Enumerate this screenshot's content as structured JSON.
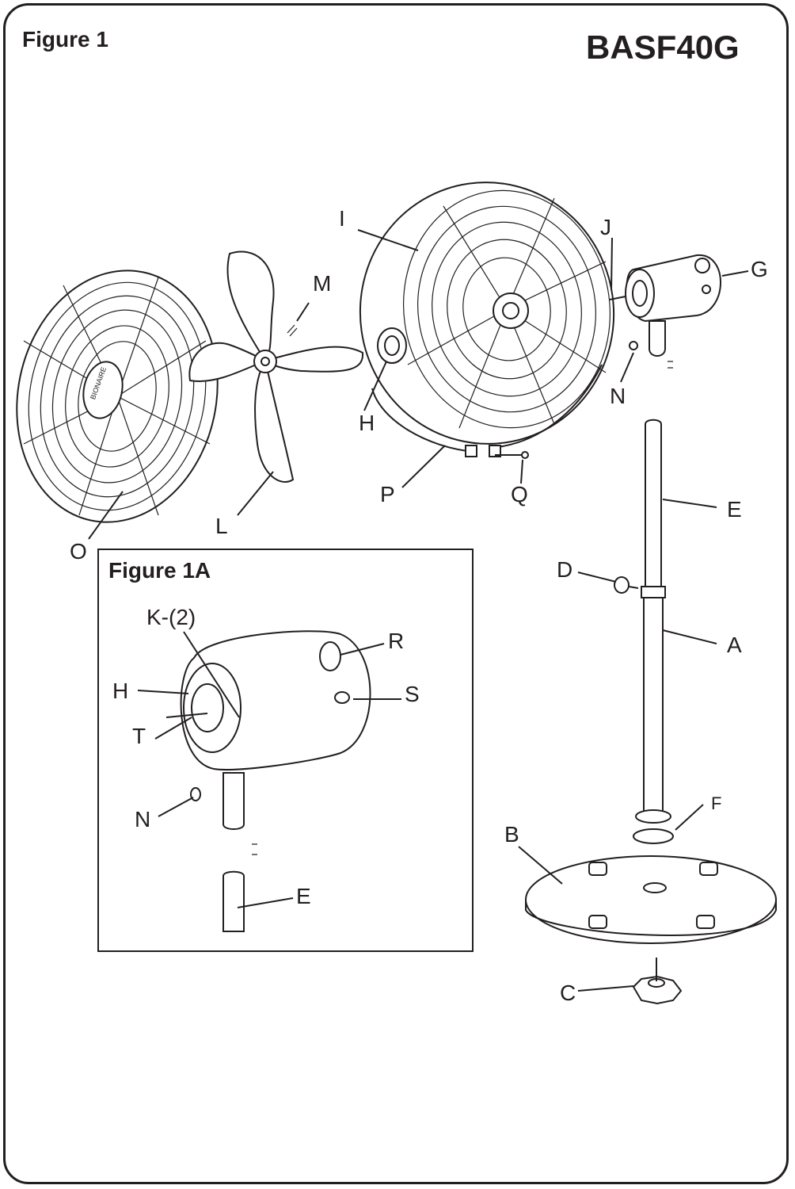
{
  "header": {
    "figure_title": "Figure 1",
    "model": "BASF40G"
  },
  "inset": {
    "title": "Figure 1A"
  },
  "front_grille_brand": "BIONAIRE",
  "labels": {
    "A": "A",
    "B": "B",
    "C": "C",
    "D": "D",
    "E": "E",
    "F": "F",
    "G": "G",
    "H": "H",
    "I": "I",
    "J": "J",
    "L": "L",
    "M": "M",
    "N": "N",
    "O": "O",
    "P": "P",
    "Q": "Q"
  },
  "inset_labels": {
    "K": "K-(2)",
    "R": "R",
    "S": "S",
    "H": "H",
    "T": "T",
    "N": "N",
    "E": "E"
  }
}
